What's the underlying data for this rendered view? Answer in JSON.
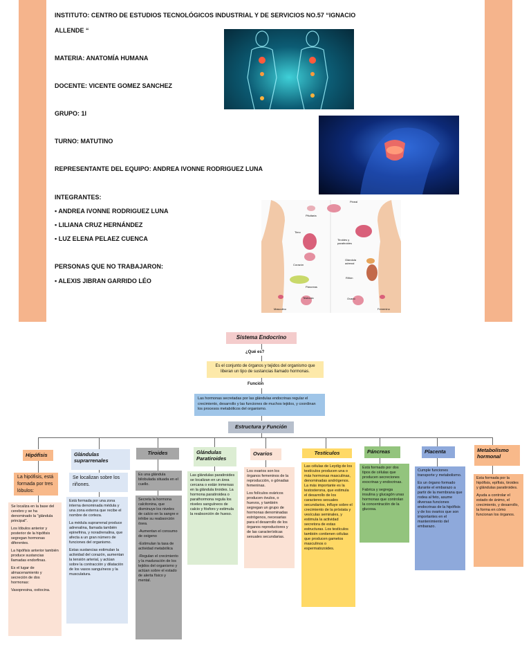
{
  "header": {
    "institute_line1": "INSTITUTO: CENTRO DE ESTUDIOS TECNOLÓGICOS INDUSTRIAL Y DE SERVICIOS NO.57 “IGNACIO",
    "institute_line2": "ALLENDE “",
    "materia": "MATERIA: ANATOMÍA HUMANA",
    "docente": "DOCENTE: VICENTE GOMEZ SANCHEZ",
    "grupo": "GRUPO: 1I",
    "turno": "TURNO: MATUTINO",
    "representante": "REPRESENTANTE DEL EQUIPO: ANDREA IVONNE RODRIGUEZ LUNA",
    "integrantes_title": "INTEGRANTES:",
    "integrantes": [
      "▪ ANDREA IVONNE RODRIGUEZ LUNA",
      "▪ LILIANA CRUZ HERNÁNDEZ",
      "▪ LUZ ELENA PELAEZ CUENCA"
    ],
    "no_trabajaron_title": "PERSONAS QUE NO TRABAJARON:",
    "no_trabajaron": [
      "▪ ALEXIS JIBRAN GARRIDO LÉO"
    ]
  },
  "illustration_labels": {
    "pineal": "Pineal",
    "pituitaria": "Pituitaria",
    "timo": "Timo",
    "tiroides": "Tiroides y paratiroides",
    "corazon": "Corazón",
    "glandula_adrenal": "Glándula adrenal",
    "rinon": "Riñón",
    "pancreas": "Páncreas",
    "testiculo": "Testículo",
    "ovario": "Ovario",
    "masculino": "Masculino",
    "femenino": "Femenino"
  },
  "concept_map": {
    "title": "Sistema Endocrino",
    "q1": "¿Qué es?",
    "definition": "Es el conjunto de órganos y tejidos del organismo que liberan un tipo de sustancias llamado hormonas.",
    "q2": "Función",
    "function": "Las hormonas secretadas por las glándulas endocrinas regular el crecimiento, desarrollo y las funciones de muchos tejidos, y coordinan los procesos metabólicos del organismo.",
    "structure": "Estructura y Función",
    "columns": {
      "hipofisis": {
        "title": "Hipófisis",
        "sub": "La hipófisis, está formada por tres lóbulos:",
        "body": [
          "Se localiza en la base del cerebro y se ha denominado la \"glándula principal\".",
          "Los lóbulos anterior y posterior de la hipófisis segregan hormonas diferentes.",
          "La hipófisis anterior también produce sustancias llamadas endorfinas.",
          "Es el lugar de almacenamiento y secreción de dos hormonas:",
          "Vasopresina, oxitocina."
        ]
      },
      "suprarrenales": {
        "title": "Glándulas suprarrenales",
        "sub": "Se localizan sobre los riñones.",
        "body": [
          "Está formada por una zona interna denominada médula y una zona externa que recibe el nombre de corteza.",
          "La médula suprarrenal produce adrenalina, llamada también epinefrina, y noradrenalina, que afecta a un gran número de funciones del organismo.",
          "Estas sustancias estimulan la actividad del corazón, aumentan la tensión arterial, y actúan sobre la contracción y dilatación de los vasos sanguíneos y la musculatura."
        ]
      },
      "tiroides": {
        "title": "Tiroides",
        "sub": "Es una glándula bilobulada situada en el cuello.",
        "body": [
          "Secreta la hormona calcitonina, que disminuye los niveles de calcio en la sangre e inhibe su reabsorción ósea.",
          "-Aumentan el consumo de oxigeno",
          "-Estimulan la tasa de actividad metabólica",
          "-Regulan el crecimiento y la maduración de los tejidos del organismo y actúan sobre el estado de alerta físico y mental."
        ]
      },
      "paratiroides": {
        "title": "Glándulas Paratiroides",
        "body": [
          "Las glándulas paratiroides se localizan en un área cercana o están inmersas en la glándula tiroides. La hormona paratiroidea o parathormona regula los niveles sanguíneos de calcio y fósforo y estimula la reabsorción de hueso."
        ]
      },
      "ovarios": {
        "title": "Ovarios",
        "body": [
          "Los ovarios son los órganos femeninos de la reproducción, o gónadas femeninas.",
          "Los folículos ováricos producen óvulos, o huevos, y también segregan un grupo de hormonas denominadas estrógenos, necesarias para el desarrollo de los órganos reproductores y de las características sexuales secundarias."
        ]
      },
      "testiculos": {
        "title": "Testículos",
        "body": [
          "Las células de Leydig de los testículos producen una o más hormonas masculinas, denominadas andrógenos. La más importante es la testosterona, que estimula el desarrollo de los caracteres sexuales secundarios, influye sobre el crecimiento de la próstata y vesículas seminales, y estimula la actividad secretora de estas estructuras. Los testículos también contienen células que producen gametos masculinos o espermatozoides."
        ]
      },
      "pancreas": {
        "title": "Páncreas",
        "body": [
          "Está formado por dos tipos de células que producen secreciones exocrinas y endocrinas.",
          "Fabrica y segrega insulina y glucagón unas hormonas que controlan la concentración de la glucosa."
        ]
      },
      "placenta": {
        "title": "Placenta",
        "body": [
          "Cumple funciones transporte y metabolismo.",
          "Es un órgano formado durante el embarazo a partir de la membrana que rodea al feto, asume diversas funciones endocrinas de la hipófisis y de los ovarios que son importantes en el mantenimiento del embarazo."
        ]
      },
      "metabolismo": {
        "title": "Metabolismo hormonal",
        "body": [
          "Esta formada por la hipófisis, epífisis, tiroides y glándulas paratiroides.",
          "Ayuda a controlar el estado de ánimo, el crecimiento, y desarrollo, la forma en cómo funcionan los órganos."
        ]
      }
    }
  },
  "colors": {
    "side_bar": "#f5b48c",
    "title_pink": "#f4cccc",
    "definition_yellow": "#fde9a9",
    "function_blue": "#9fc5e8",
    "structure_gray": "#b7bfcc",
    "orange": "#f8b98a",
    "light_blue": "#dce6f4",
    "gray": "#a6a6a6",
    "light_green": "#dcedd3",
    "peach": "#fbe2d5",
    "yellow": "#ffd966",
    "green": "#93c47d",
    "blue": "#8ea9db"
  }
}
